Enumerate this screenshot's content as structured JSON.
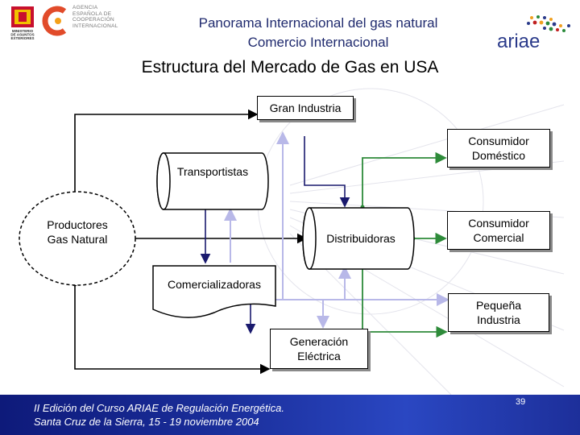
{
  "header": {
    "title_line1": "Panorama Internacional del gas natural",
    "title_line2": "Comercio Internacional",
    "main_title": "Estructura del Mercado de Gas en USA"
  },
  "logos": {
    "agency_lines": [
      "AGENCIA",
      "ESPAÑOLA DE",
      "COOPERACIÓN",
      "INTERNACIONAL"
    ],
    "ministry_lines": [
      "MINISTERIO",
      "DE ASUNTOS",
      "EXTERIORES"
    ],
    "ariae": "ariae"
  },
  "nodes": {
    "gran_industria": "Gran Industria",
    "consumidor_domestico": [
      "Consumidor",
      "Doméstico"
    ],
    "transportistas": "Transportistas",
    "productores": [
      "Productores",
      "Gas Natural"
    ],
    "distribuidoras": "Distribuidoras",
    "consumidor_comercial": [
      "Consumidor",
      "Comercial"
    ],
    "comercializadoras": "Comercializadoras",
    "pequena_industria": [
      "Pequeña",
      "Industria"
    ],
    "generacion_electrica": [
      "Generación",
      "Eléctrica"
    ]
  },
  "footer": {
    "line1": "II Edición del Curso ARIAE de Regulación Energética.",
    "line2": "Santa Cruz de la Sierra, 15 - 19 noviembre 2004",
    "page": "39"
  },
  "colors": {
    "title_blue": "#1f2a6e",
    "navy_flow": "#1a1a6e",
    "lavender_flow": "#b8b8e8",
    "green_flow": "#2e8b3a",
    "black_flow": "#000000"
  }
}
